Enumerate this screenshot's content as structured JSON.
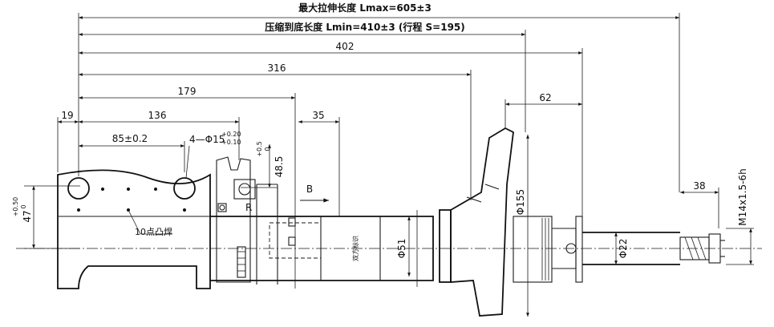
{
  "dims": {
    "lmax": "最大拉伸长度 Lmax=605±3",
    "lmin": "压缩到底长度 Lmin=410±3 (行程 S=195)",
    "d402": "402",
    "d316": "316",
    "d179": "179",
    "d19": "19",
    "d136": "136",
    "d35": "35",
    "d62": "62",
    "d85": "85±0.2",
    "hole_dia": "4—Φ15",
    "hole_tol_up": "+0.20",
    "hole_tol_low": "+0.10",
    "d48_5": "48.5",
    "d48_tol_up": "+0.5",
    "d48_tol_low": "0",
    "d47": "47",
    "d47_tol_up": "+0.50",
    "d47_tol_low": "0",
    "d155": "Φ155",
    "d51": "Φ51",
    "d22": "Φ22",
    "d38": "38",
    "thread": "M14x1.5-6h"
  },
  "notes": {
    "weld": "10点凸焊",
    "view_b": "B",
    "r_mark": "R",
    "stamp": "双方标识"
  }
}
